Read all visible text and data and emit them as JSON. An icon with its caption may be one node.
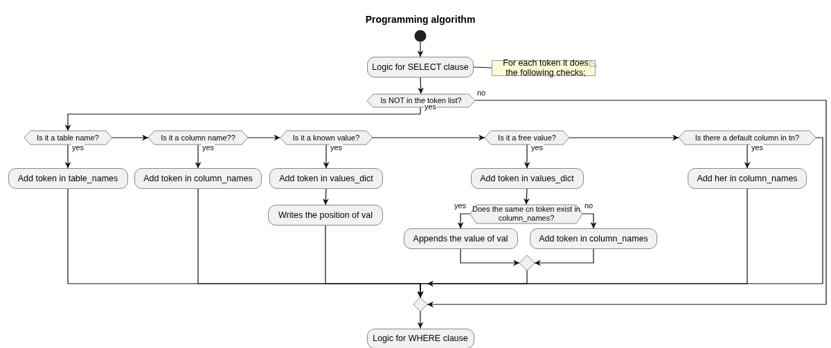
{
  "diagram": {
    "title": "Programming algorithm",
    "nodes": [
      {
        "text": [],
        "shape": "circle"
      },
      {
        "text": [
          "Logic for SELECT clause"
        ]
      },
      {
        "text": [
          "For each token it does the following checks;"
        ]
      },
      {
        "text": [
          "Is NOT in the token list?"
        ]
      },
      {
        "text": [
          "Is it a table name?"
        ]
      },
      {
        "text": [
          "Is it a column name??"
        ]
      },
      {
        "text": [
          "Is it a known value?"
        ]
      },
      {
        "text": [
          "Is it a free value?"
        ]
      },
      {
        "text": [
          "Is there a default column in tn?"
        ]
      },
      {
        "text": [
          "Add token in table_names"
        ]
      },
      {
        "text": [
          "Add token in column_names"
        ]
      },
      {
        "text": [
          "Add token in values_dict"
        ]
      },
      {
        "text": [
          "Writes the position of val"
        ]
      },
      {
        "text": [
          "Add token in values_dict"
        ]
      },
      {
        "text": [
          "Add her in column_names"
        ]
      },
      {
        "text": [
          "Does the same cn token exist in column_names?"
        ]
      },
      {
        "text": [
          "Appends the value of val"
        ]
      },
      {
        "text": [
          "Add token in column_names"
        ]
      },
      {
        "text": [],
        "shape": "diamond"
      },
      {
        "text": [],
        "shape": "diamond"
      },
      {
        "text": [
          "Logic for WHERE clause"
        ]
      }
    ],
    "edges": [
      {
        "from": 0,
        "to": 1,
        "arrow": "to"
      },
      {
        "from": 2,
        "to": 1,
        "arrow": "none"
      },
      {
        "from": 1,
        "to": 3,
        "arrow": "to"
      },
      {
        "from": 3,
        "to": 4,
        "arrow": "to",
        "label": "yes"
      },
      {
        "from": 3,
        "to": 19,
        "arrow": "to",
        "label": "no"
      },
      {
        "from": 4,
        "to": 9,
        "arrow": "to",
        "label": "yes"
      },
      {
        "from": 4,
        "to": 5,
        "arrow": "to"
      },
      {
        "from": 5,
        "to": 10,
        "arrow": "to",
        "label": "yes"
      },
      {
        "from": 5,
        "to": 6,
        "arrow": "to"
      },
      {
        "from": 6,
        "to": 11,
        "arrow": "to",
        "label": "yes"
      },
      {
        "from": 6,
        "to": 7,
        "arrow": "to"
      },
      {
        "from": 7,
        "to": 13,
        "arrow": "to",
        "label": "yes"
      },
      {
        "from": 7,
        "to": 8,
        "arrow": "to"
      },
      {
        "from": 8,
        "to": 14,
        "arrow": "to",
        "label": "yes"
      },
      {
        "from": 8,
        "to": 19,
        "arrow": "to"
      },
      {
        "from": 11,
        "to": 12,
        "arrow": "to"
      },
      {
        "from": 13,
        "to": 15,
        "arrow": "to"
      },
      {
        "from": 15,
        "to": 16,
        "arrow": "to",
        "label": "yes"
      },
      {
        "from": 15,
        "to": 17,
        "arrow": "to",
        "label": "no"
      },
      {
        "from": 16,
        "to": 18,
        "arrow": "to"
      },
      {
        "from": 17,
        "to": 18,
        "arrow": "to"
      },
      {
        "from": 9,
        "to": 19,
        "arrow": "to"
      },
      {
        "from": 10,
        "to": 19,
        "arrow": "to"
      },
      {
        "from": 12,
        "to": 19,
        "arrow": "to"
      },
      {
        "from": 18,
        "to": 19,
        "arrow": "to"
      },
      {
        "from": 14,
        "to": 19,
        "arrow": "to"
      },
      {
        "from": 19,
        "to": 20,
        "arrow": "to"
      }
    ]
  }
}
